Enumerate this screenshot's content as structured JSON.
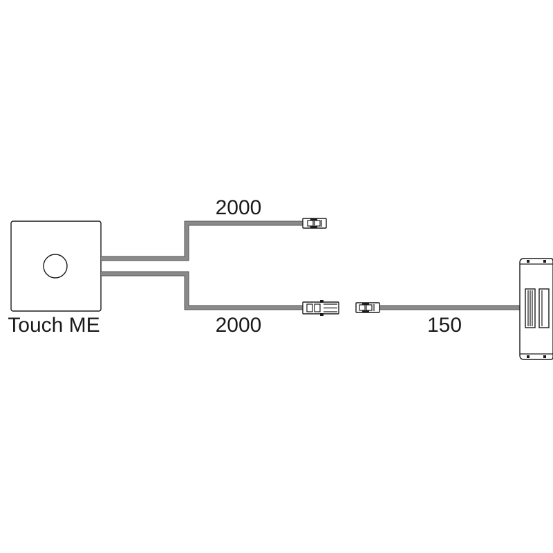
{
  "device": {
    "label": "Touch ME"
  },
  "cables": {
    "upper_length": "2000",
    "lower_length": "2000",
    "extension_length": "150"
  }
}
